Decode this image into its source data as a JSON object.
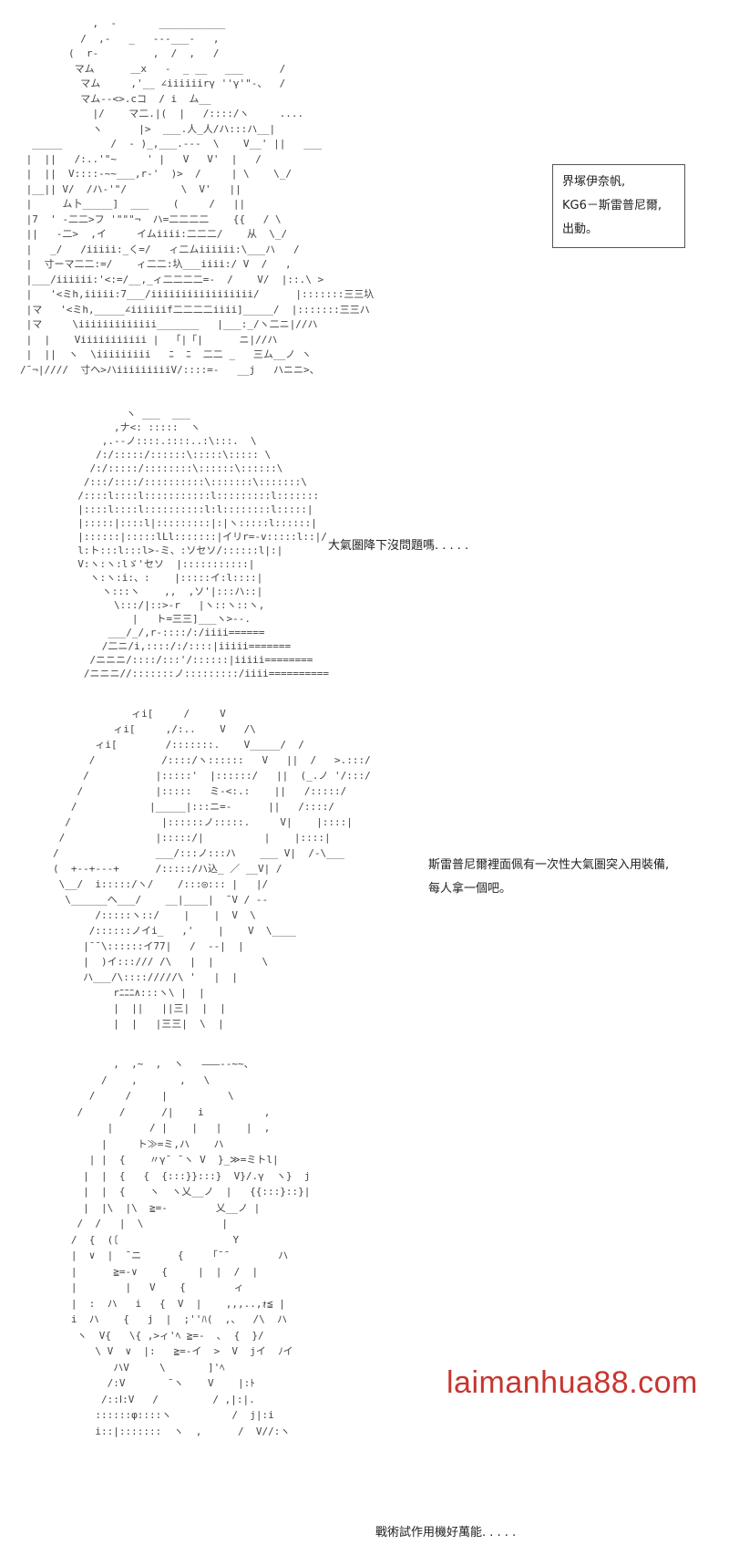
{
  "panels": [
    {
      "art": [
        "            ,  -       ___________                 ",
        "          /  ,-   _   ---___-   ,                  ",
        "        (  r-         ,  /  ,   /                  ",
        "         マム      ＿x   -  _ __   ___      /        ",
        "          マム     ,'__ ∠iiiiiirγ ''γ'\"-、  /        ",
        "          マム--<>.cコ  / i  ム__                    ",
        "            |/    マ二.|(  |   /::::/ヽ     ....   ",
        "            ヽ      |>  ___.人_人/ハ:::ハ__|       ",
        "  _____        /  - )_,___.---  \\    V__' ||   ___ ",
        " |  ||   /:..'\"~     ' |   V   V'  |   /    ",
        " |  ||  V::::-~~___,r-'  )>  /     | \\    \\_/  ",
        " |__|| V/  /ハ-'\"/         \\  V'   ||     ",
        " |     ム卜_____]  ___    (     /   ||           ",
        " |7  ' -二二>フ '\"\"\"¬  ハ=二二二二    {{   / \\    ",
        " ||   -二>  ,イ     イムiiii:二二二/    从  \\_/    ",
        " |   _/   /iiiii:_く=/   ィ二ムiiiiii:\\___ハ   /     ",
        " |  寸ーマ二二:=/    ィ二二:圦___iiii:/ V  /   ,    ",
        " |___/iiiiii:'<:=/__,_ィ二二二二=-  /    V/  |::.\\ >  ",
        " |   '<ミh,iiiii:7___/iiiiiiiiiiiiiiiii/      |:::::::三三圦",
        " |マ   '<ミh,_____∠iiiiiif二二二二iiii]_____/  |:::::::三三ハ",
        " |マ     \\iiiiiiiiiiiii_______   |___:_/ヽ二ニ|//ハ",
        " |  |    Viiiiiiiiiii |  「|「|      ニ|//ハ     ",
        " |  ||  ヽ  \\iiiiiiiii   ﾆ  ﾆ  二二 _   三ム__ノ ヽ  ",
        "/¯¬|////  寸ヘ>ハiiiiiiiiiV/::::=-   __j   ハニニ>、"
      ],
      "callout": {
        "lines": [
          "界塚伊奈帆,",
          "KG6－斯雷普尼爾,",
          "出動。"
        ]
      }
    },
    {
      "art": [
        "          ヽ ___  ___             ",
        "        ,ナ<: :::::  ヽ          ",
        "      ,.--ノ::::.::::..:\\:::.  \\     ",
        "     /:/:::::/::::::\\:::::\\::::: \\   ",
        "    /:/:::::/::::::::\\::::::\\::::::\\  ",
        "   /:::/::::/::::::::::\\:::::::\\:::::::\\ ",
        "  /::::l::::l:::::::::::l:::::::::l::::::: ",
        "  |::::l::::l::::::::::l:l::::::::l:::::|  ",
        "  |:::::|::::l|:::::::::|:|ヽ:::::l::::::|  ",
        "  |::::::|:::::lLl:::::::|イリr=-v:::::l::|/ ",
        "  l:ト:::l:::l>-ミ、:ソセソ/::::::l|:|    ",
        "  V:ヽ:ヽ:lゞ'セソ  |:::::::::::|       ",
        "    ヽ:ヽ:i:、:    |:::::イ:l::::|    ",
        "      ヽ:::ヽ    ,,  ,ソ'|:::ハ::|    ",
        "        \\:::/|::>-r   |ヽ::ヽ::ヽ,    ",
        "           |   ト=三三]___ヽ>--.    ",
        "       ___/_/,r-::::/:/iiii======    ",
        "      /二ニ/i,::::/:/::::|iiiii=======  ",
        "    /ニニニ/::::/:::'/::::::|iiiii========  ",
        "   /ニニニ//:::::::ノ:::::::::/iiii==========  "
      ],
      "dialog": "大氣圏降下沒問題嗎. . . . ."
    },
    {
      "art": [
        "             ィi[     /     V        ",
        "          ィi[     ,/:..    V   /\\   ",
        "       ィi[        /:::::::.    V_____/  / ",
        "      /           /::::/ヽ::::::   V   ||  /   >.:::/",
        "     /           |:::::'  |::::::/   ||  (_.ノ '/:::/ ",
        "    /            |:::::   ミ-<:.:    ||   /:::::/  ",
        "   /            |_____|:::ニ=-      ||   /::::/  ",
        "  /               |::::::ノ:::::.     V|    |::::|   ",
        " /               |:::::/|          |    |::::|   ",
        "/                ___/:::ノ:::ハ    ___ V|  /-\\___",
        "(  +--+---+      /:::::/ハ込_ ／ __V| /  ",
        " \\__/  i:::::/ヽ/    /:::◎::: |   |/  ",
        "  \\______ヘ___/    __|____|  ¯V / --  ",
        "       /:::::ヽ::/    |    |  V  \\   ",
        "      /::::::ノイi_   ,'    |    V  \\____  ",
        "     |¯¯\\::::::イ77|   /  --|  |        ",
        "     |  )イ:::/// /\\   |  |        \\   ",
        "     ハ___/\\:::://///\\ '   |  |          ",
        "          rﾆﾆﾆ∧:::ヽ\\ |  |               ",
        "          |  ||   ||三|  |  |            ",
        "          |  |   |三三|  \\  |           "
      ],
      "dialog_lines": [
        "斯雷普尼爾裡面佩有一次性大氣圏突入用裝備,",
        "每人拿一個吧。"
      ]
    },
    {
      "art": [
        "          ,  ,~  ,  ヽ   ―――--~~、        ",
        "        /    ,       ,   \\        ",
        "      /     /     |          \\       ",
        "    /      /      /|    i          ,   ",
        "         |      / |    |   |    |  ,  ",
        "        |     ト≫=ミ,ハ    ハ      ",
        "      | |  {    〃γ¯ ¯ヽ V  }_≫=ミトl|    ",
        "     |  |  {   {  {:::}}:::}  V}/.γ  ヽ}  j   ",
        "     |  |  {    ヽ  ヽ乂__ノ  |   {{:::}::}| ",
        "     |  |\\  |\\  ≧=-        乂__ノ |   ",
        "    /  /   |  \\             |      ",
        "   /  {  (〔                   Y      ",
        "   |  ∨  |  ¯ニ      {    「¯¯        ハ   ",
        "   |      ≧=-∨    {     |  |  /  |  ",
        "   |        |   V    {        ィ         ",
        "   |  :  ハ   i   {  V  |    ,,,..,ｫ≦ |    ",
        "   i  ハ    {   j  |  ;''ﾊ(  ,、  /\\  ハ  ",
        "    ヽ  V{   \\{ ,>ィ'ﾍ ≧=-  ､  {  }/    ",
        "       \\ V  ∨  |:   ≧=-イ  >  V  jイ  ﾉイ   ",
        "          ハV     \\       ]'ﾍ           ",
        "         /:V       ¯ヽ    V    |:ﾄ       ",
        "        /::Ⅰ:V   /         / ,|:|.      ",
        "       ::::::φ::::ヽ          /  j|:i      ",
        "       i::|:::::::  ヽ  ,      /  V//:ヽ    "
      ],
      "dialog": "戰術試作用機好萬能. . . . ."
    }
  ],
  "watermark": "laimanhua88.com"
}
